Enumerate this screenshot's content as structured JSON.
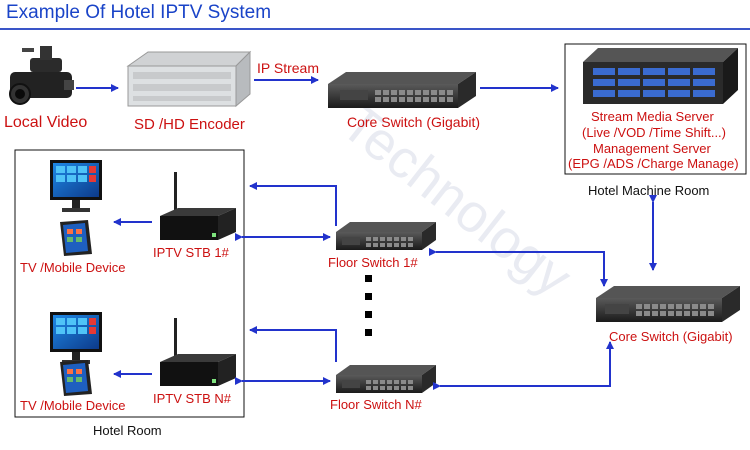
{
  "title": "Example Of Hotel IPTV System",
  "colors": {
    "title": "#1a44c8",
    "label": "#cc1111",
    "arrow": "#2233cc",
    "box_label": "#111111"
  },
  "watermark": "Technology",
  "nodes": {
    "local_video": "Local Video",
    "encoder": "SD /HD Encoder",
    "ip_stream": "IP Stream",
    "core_switch_top": "Core Switch (Gigabit)",
    "stream_server_1": "Stream Media Server",
    "stream_server_2": "(Live /VOD /Time Shift...)",
    "mgmt_server_1": "Management Server",
    "mgmt_server_2": "(EPG /ADS /Charge Manage)",
    "machine_room": "Hotel Machine Room",
    "tv_mobile_1": "TV /Mobile Device",
    "stb_1": "IPTV STB 1#",
    "floor_switch_1": "Floor Switch 1#",
    "tv_mobile_n": "TV /Mobile Device",
    "stb_n": "IPTV STB N#",
    "floor_switch_n": "Floor Switch N#",
    "core_switch_right": "Core Switch (Gigabit)",
    "hotel_room": "Hotel Room"
  }
}
